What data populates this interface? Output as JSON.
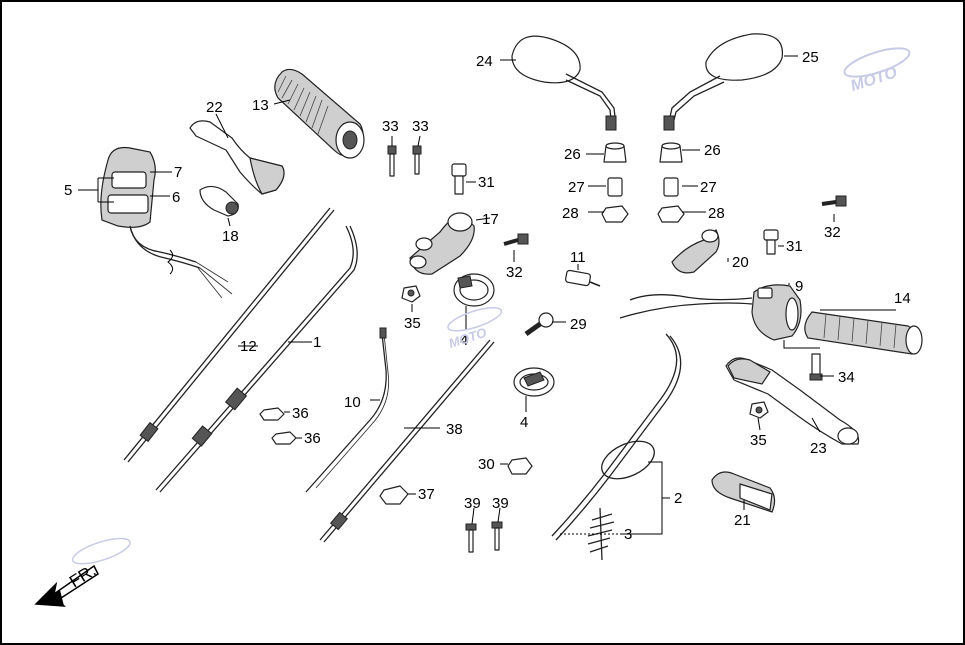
{
  "diagram": {
    "callouts": {
      "p1": "1",
      "p2": "2",
      "p3": "3",
      "p4a": "4",
      "p4b": "4",
      "p5": "5",
      "p6": "6",
      "p7": "7",
      "p9": "9",
      "p10": "10",
      "p11": "11",
      "p12": "12",
      "p13": "13",
      "p14": "14",
      "p17": "17",
      "p18": "18",
      "p20": "20",
      "p21": "21",
      "p22": "22",
      "p23": "23",
      "p24": "24",
      "p25": "25",
      "p26a": "26",
      "p26b": "26",
      "p27a": "27",
      "p27b": "27",
      "p28a": "28",
      "p28b": "28",
      "p29": "29",
      "p30": "30",
      "p31a": "31",
      "p31b": "31",
      "p32a": "32",
      "p32b": "32",
      "p33a": "33",
      "p33b": "33",
      "p34": "34",
      "p35a": "35",
      "p35b": "35",
      "p36a": "36",
      "p36b": "36",
      "p37": "37",
      "p38": "38",
      "p39a": "39",
      "p39b": "39"
    },
    "direction_label": "FR.",
    "watermark": {
      "text": "MOTO",
      "color": "#c8cbe6",
      "accent": "#e05050"
    }
  }
}
